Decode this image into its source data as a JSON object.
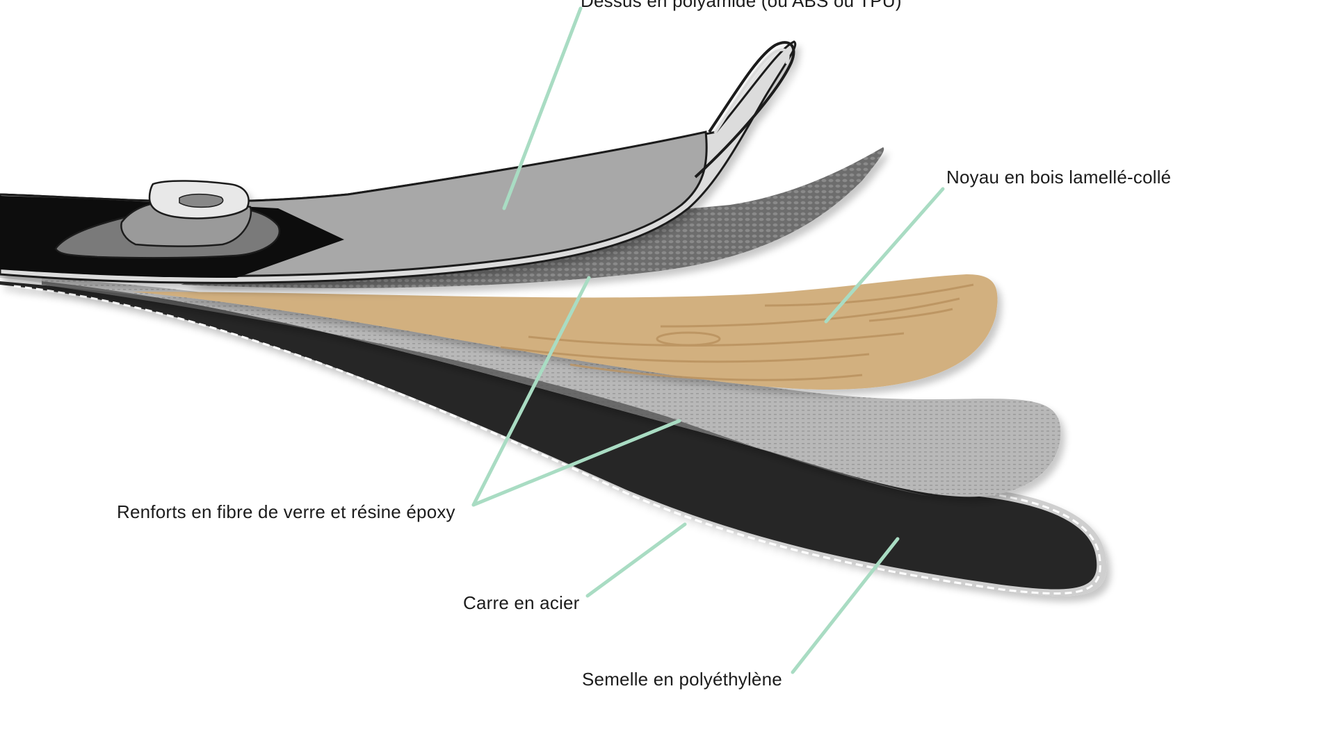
{
  "labels": {
    "top_sheet": "Dessus en polyamide (ou ABS ou TPU)",
    "core": "Noyau en bois lamellé-collé",
    "reinforcement": "Renforts en fibre de verre et résine époxy",
    "edges": "Carre en acier",
    "base": "Semelle en polyéthylène"
  },
  "colors": {
    "leader_line": "#a9dcc3",
    "top_sheet": "#a8a8a8",
    "carbon_mesh": "#6f6f6f",
    "wood_core": "#d2b07f",
    "fiberglass": "#b9b9b9",
    "base": "#262626",
    "edge_outline": "#cfcfcf",
    "outline": "#1a1a1a"
  }
}
